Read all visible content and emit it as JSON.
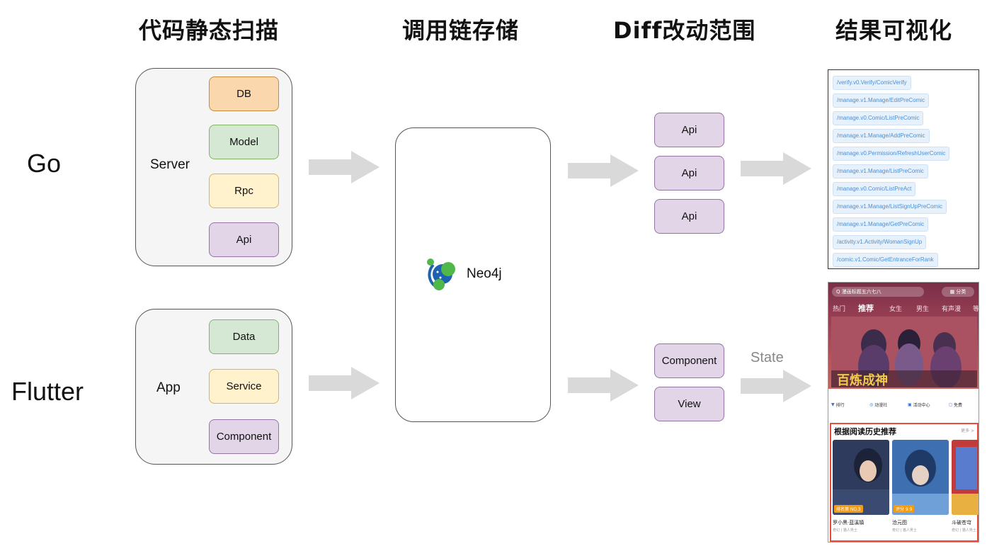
{
  "headings": [
    "代码静态扫描",
    "调用链存储",
    "Diff改动范围",
    "结果可视化"
  ],
  "rows": [
    {
      "language": "Go",
      "group_label": "Server",
      "layers": [
        {
          "label": "DB",
          "color": "orange"
        },
        {
          "label": "Model",
          "color": "green"
        },
        {
          "label": "Rpc",
          "color": "yellow"
        },
        {
          "label": "Api",
          "color": "purple"
        }
      ],
      "diff_nodes": [
        "Api",
        "Api",
        "Api"
      ]
    },
    {
      "language": "Flutter",
      "group_label": "App",
      "layers": [
        {
          "label": "Data",
          "color": "green"
        },
        {
          "label": "Service",
          "color": "yellow"
        },
        {
          "label": "Component",
          "color": "purple"
        }
      ],
      "diff_nodes": [
        "Component",
        "View"
      ]
    }
  ],
  "storage": {
    "label": "Neo4j",
    "icon": "neo4j-logo-icon"
  },
  "state_label": "State",
  "api_list": [
    "/verify.v0.Verify/ComicVerify",
    "/manage.v1.Manage/EditPreComic",
    "/manage.v0.Comic/ListPreComic",
    "/manage.v1.Manage/AddPreComic",
    "/manage.v0.Permission/RefreshUserComic",
    "/manage.v1.Manage/ListPreComic",
    "/manage.v0.Comic/ListPreAct",
    "/manage.v1.Manage/ListSignUpPreComic",
    "/manage.v1.Manage/GetPreComic",
    "/activity.v1.Activity/WomanSignUp",
    "/comic.v1.Comic/GetEntranceForRank"
  ],
  "app_screen": {
    "search_placeholder": "Q 漫画标题五六七八",
    "category_button": "▦ 分类",
    "tabs": [
      "热门",
      "推荐",
      "女生",
      "男生",
      "有声漫",
      "等"
    ],
    "active_tab": "推荐",
    "quick_links": [
      "排行",
      "动漫社",
      "活动中心",
      "免费"
    ],
    "section_title": "根据阅读历史推荐",
    "section_more": "更多 >",
    "books": [
      {
        "title": "罗小黑·蓝溪镇",
        "sub": "奇幻 | 猫人男士",
        "badge": "排名第 NO.3"
      },
      {
        "title": "沧元图",
        "sub": "奇幻 | 猫人男士",
        "badge": "评分 9.9"
      },
      {
        "title": "斗破苍穹",
        "sub": "奇幻 | 猫人男士",
        "badge": ""
      }
    ]
  },
  "colors": {
    "orange_fill": "#fad7ac",
    "green_fill": "#d5e8d4",
    "yellow_fill": "#fff2cc",
    "purple_fill": "#e1d5e7",
    "arrow": "#d9d9d9",
    "api_text": "#4a8fd6",
    "highlight_border": "#e74c3c"
  }
}
